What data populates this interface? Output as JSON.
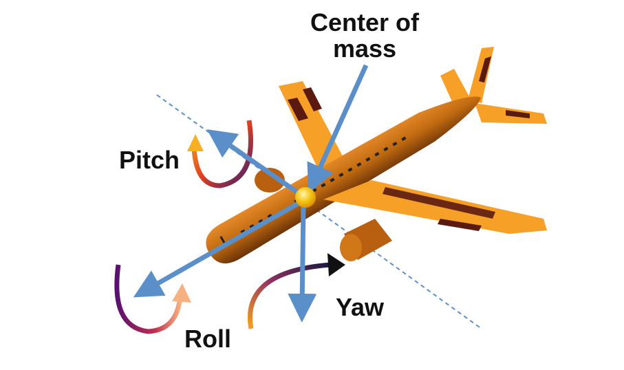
{
  "labels": {
    "center_of_mass_line1": "Center of",
    "center_of_mass_line2": "mass",
    "pitch": "Pitch",
    "roll": "Roll",
    "yaw": "Yaw"
  },
  "colors": {
    "axis_arrow": "#5b8fc9",
    "fuselage": "#c06a10",
    "wing": "#f7a027",
    "wing_stripe": "#5a1a10",
    "center_of_mass": "#f7c515"
  }
}
